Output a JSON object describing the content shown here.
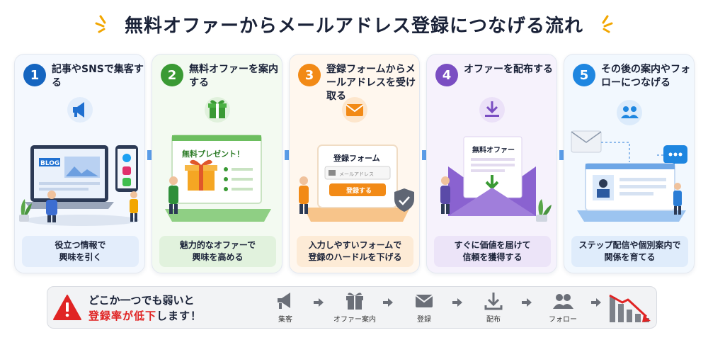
{
  "title": "無料オファーからメールアドレス登録につなげる流れ",
  "colors": {
    "blue": "#1565c0",
    "green": "#3a9a34",
    "orange": "#f28a16",
    "purple": "#7a4ec2",
    "sky": "#1e86e0",
    "red": "#e02424"
  },
  "steps": [
    {
      "num": "1",
      "title": "記事やSNSで集客する",
      "icon": "megaphone-icon",
      "illustration_text": "BLOG",
      "caption": [
        "役立つ情報で",
        "興味を引く"
      ]
    },
    {
      "num": "2",
      "title": "無料オファーを案内する",
      "icon": "gift-icon",
      "illustration_text": "無料プレゼント！",
      "caption": [
        "魅力的なオファーで",
        "興味を高める"
      ]
    },
    {
      "num": "3",
      "title": "登録フォームからメールアドレスを受け取る",
      "icon": "mail-icon",
      "illustration_text": "登録フォーム",
      "input_placeholder": "メールアドレス",
      "button_label": "登録する",
      "caption": [
        "入力しやすいフォームで",
        "登録のハードルを下げる"
      ]
    },
    {
      "num": "4",
      "title": "オファーを配布する",
      "icon": "download-icon",
      "illustration_text": "無料オファー",
      "caption": [
        "すぐに価値を届けて",
        "信頼を獲得する"
      ]
    },
    {
      "num": "5",
      "title": "その後の案内やフォローにつなげる",
      "icon": "users-icon",
      "caption": [
        "ステップ配信や個別案内で",
        "関係を育てる"
      ]
    }
  ],
  "warning": {
    "line1": "どこか一つでも弱いと",
    "line2_red": "登録率が低下",
    "line2_rest": "します！"
  },
  "flow": [
    "集客",
    "オファー案内",
    "登録",
    "配布",
    "フォロー"
  ]
}
